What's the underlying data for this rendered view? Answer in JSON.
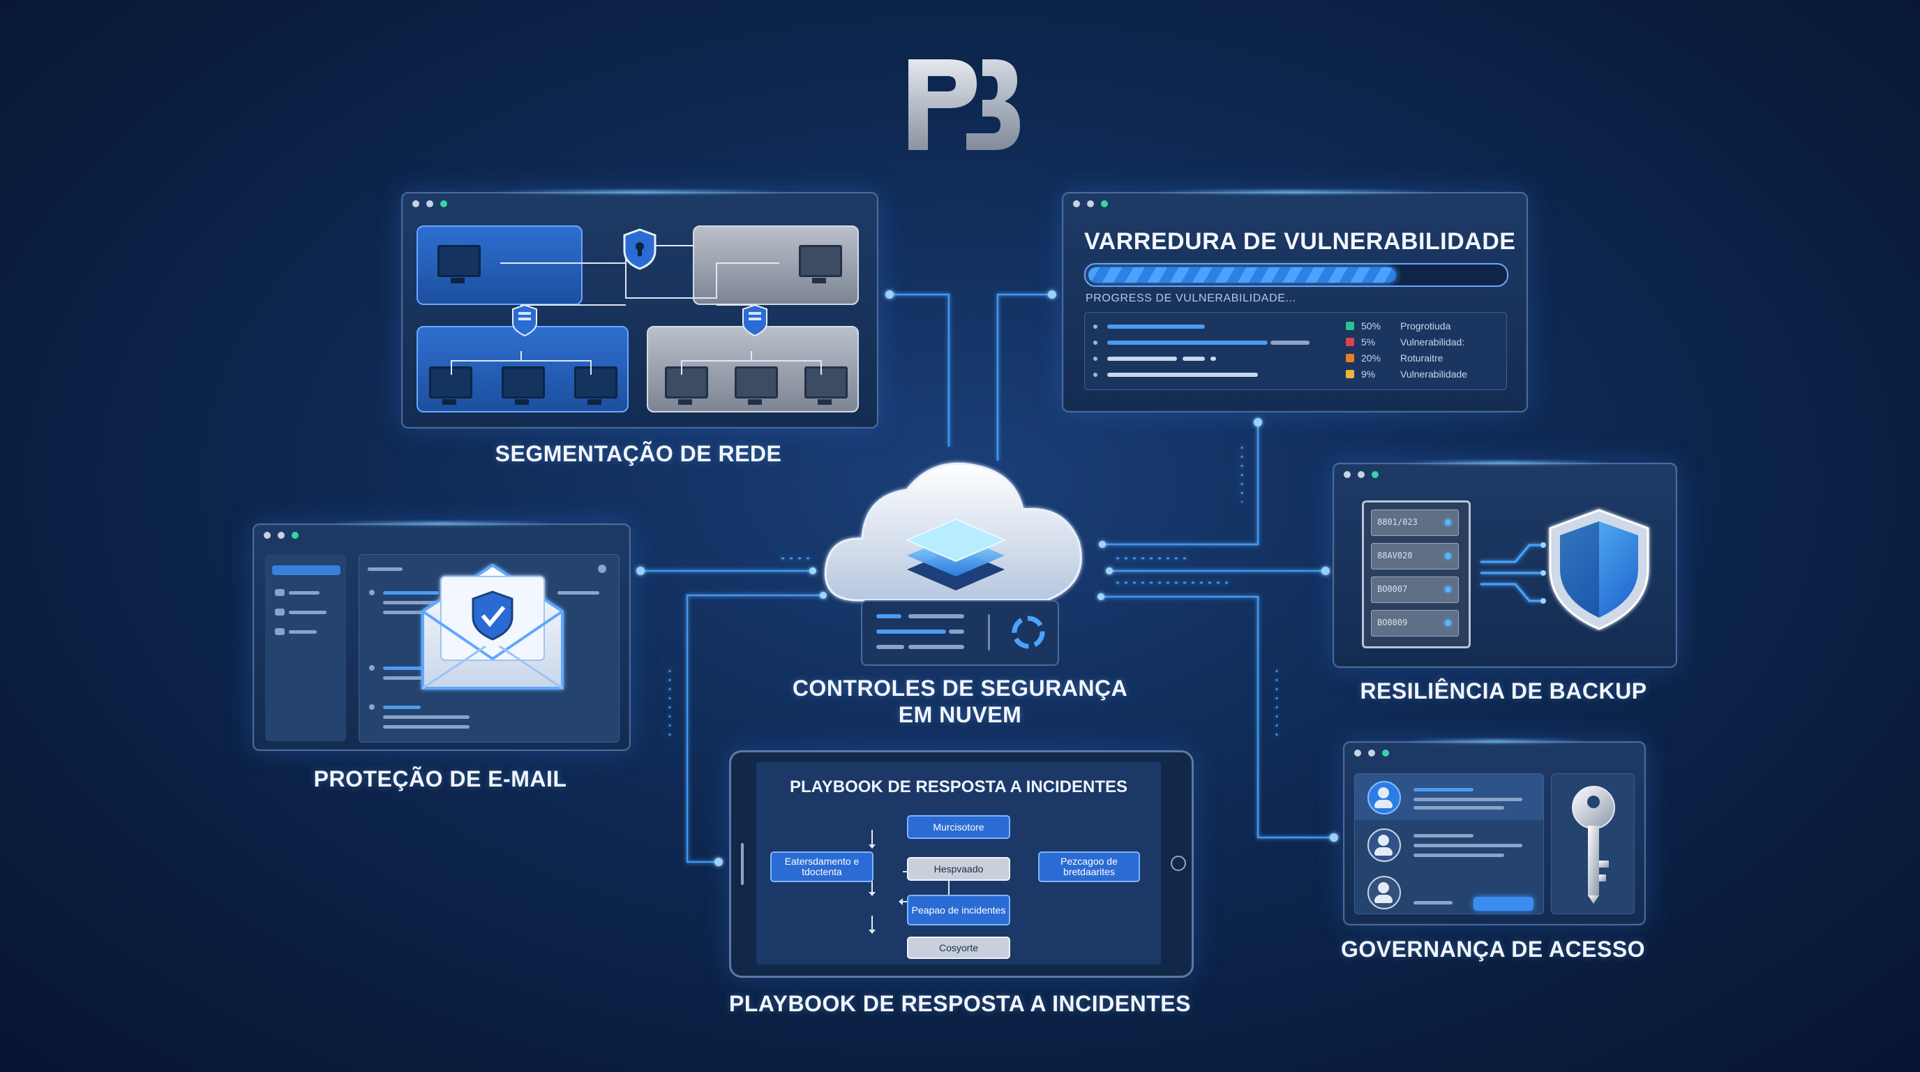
{
  "logo": {
    "text": "PB"
  },
  "panels": {
    "segmentation": {
      "caption": "SEGMENTAÇÃO DE REDE"
    },
    "vulnerability": {
      "title": "VARREDURA DE VULNERABILIDADE",
      "progress": 0.74,
      "subtitle": "PROGRESS DE VULNERABILIDADE...",
      "rows": [
        {
          "pct": "50%",
          "label": "Progrotiuda",
          "color": "#2fbf8f"
        },
        {
          "pct": "5%",
          "label": "Vulnerabilidad:",
          "color": "#e0434f"
        },
        {
          "pct": "20%",
          "label": "Roturaitre",
          "color": "#ef7a2c"
        },
        {
          "pct": "9%",
          "label": "Vulnerabilidade",
          "color": "#f2b233"
        }
      ]
    },
    "email": {
      "caption": "PROTEÇÃO DE E-MAIL"
    },
    "cloud": {
      "caption_line1": "CONTROLES DE SEGURANÇA",
      "caption_line2": "EM NUVEM"
    },
    "backup": {
      "caption": "RESILIÊNCIA DE BACKUP",
      "slots": [
        "8801/023",
        "88AV020",
        "BO0007",
        "BO0009"
      ]
    },
    "playbook": {
      "title": "PLAYBOOK DE RESPOSTA A INCIDENTES",
      "caption": "PLAYBOOK DE RESPOSTA A INCIDENTES",
      "nodes": {
        "n1": "Murcisotore",
        "n2": "Hespvaado",
        "n3": "Pezcagoo de bretdaarites",
        "n4": "Eatersdamento e tdoctenta",
        "n5": "Peapao de incidentes",
        "n6": "Cosyorte"
      }
    },
    "access": {
      "caption": "GOVERNANÇA DE ACESSO"
    }
  },
  "colors": {
    "accent": "#4aa3ff",
    "background": "#0f2a55",
    "glow": "#7cc4ff"
  }
}
